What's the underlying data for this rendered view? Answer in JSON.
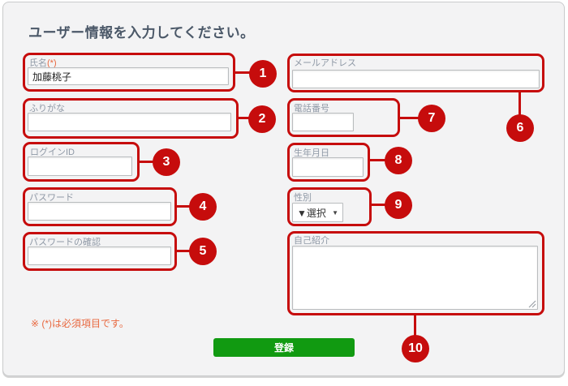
{
  "page": {
    "heading": "ユーザー情報を入力してください。"
  },
  "colors": {
    "annotation_red": "#c60c0c",
    "button_green": "#119a11",
    "required_orange": "#e8683f",
    "heading_text": "#4b5868",
    "label_text": "#8f99a6"
  },
  "form": {
    "fields": {
      "name": {
        "label": "氏名",
        "required_mark": "(*)",
        "value": "加藤桃子"
      },
      "furigana": {
        "label": "ふりがな",
        "value": ""
      },
      "login_id": {
        "label": "ログインID",
        "value": ""
      },
      "password": {
        "label": "パスワード",
        "value": ""
      },
      "password_confirm": {
        "label": "パスワードの確認",
        "value": ""
      },
      "email": {
        "label": "メールアドレス",
        "value": ""
      },
      "phone": {
        "label": "電話番号",
        "value": ""
      },
      "birth_date": {
        "label": "生年月日",
        "value": ""
      },
      "gender": {
        "label": "性別",
        "selected": "▼選択"
      },
      "bio": {
        "label": "自己紹介",
        "value": ""
      }
    },
    "note": "※ (*)は必須項目です。",
    "submit_label": "登録"
  },
  "icons": {
    "select_arrow": "▼"
  },
  "annotations": [
    {
      "number": "1"
    },
    {
      "number": "2"
    },
    {
      "number": "3"
    },
    {
      "number": "4"
    },
    {
      "number": "5"
    },
    {
      "number": "6"
    },
    {
      "number": "7"
    },
    {
      "number": "8"
    },
    {
      "number": "9"
    },
    {
      "number": "10"
    }
  ]
}
